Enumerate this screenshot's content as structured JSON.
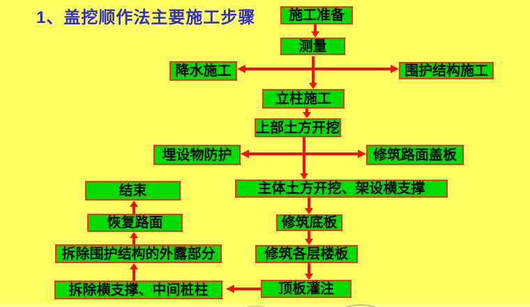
{
  "page": {
    "title": "1、盖挖顺作法主要施工步骤"
  },
  "palette": {
    "background": "#FFFF63",
    "title_color": "#3030C0",
    "node_fill": "#00DC00",
    "node_border": "#E8350F",
    "node_text": "#000000",
    "arrow_color": "#F51109",
    "footer_strip": "#FFFF8F"
  },
  "flowchart": {
    "nodes": [
      {
        "id": "construction-prep",
        "label": "施工准备"
      },
      {
        "id": "survey",
        "label": "测量"
      },
      {
        "id": "dewatering",
        "label": "降水施工"
      },
      {
        "id": "enclosure-construction",
        "label": "围护结构施工"
      },
      {
        "id": "column-construction",
        "label": "立柱施工"
      },
      {
        "id": "upper-excavation",
        "label": "上部土方开挖"
      },
      {
        "id": "buried-utilities-protection",
        "label": "埋设物防护"
      },
      {
        "id": "road-deck-slab",
        "label": "修筑路面盖板"
      },
      {
        "id": "main-excavation-bracing",
        "label": "主体土方开挖、架设横支撑"
      },
      {
        "id": "base-slab",
        "label": "修筑底板"
      },
      {
        "id": "floor-slabs",
        "label": "修筑各层楼板"
      },
      {
        "id": "roof-slab-pouring",
        "label": "顶板灌注"
      },
      {
        "id": "remove-bracing-piles",
        "label": "拆除横支撑、中间桩柱"
      },
      {
        "id": "remove-exposed-enclosure",
        "label": "拆除围护结构的外露部分"
      },
      {
        "id": "restore-road",
        "label": "恢复路面"
      },
      {
        "id": "end",
        "label": "结束"
      }
    ]
  }
}
